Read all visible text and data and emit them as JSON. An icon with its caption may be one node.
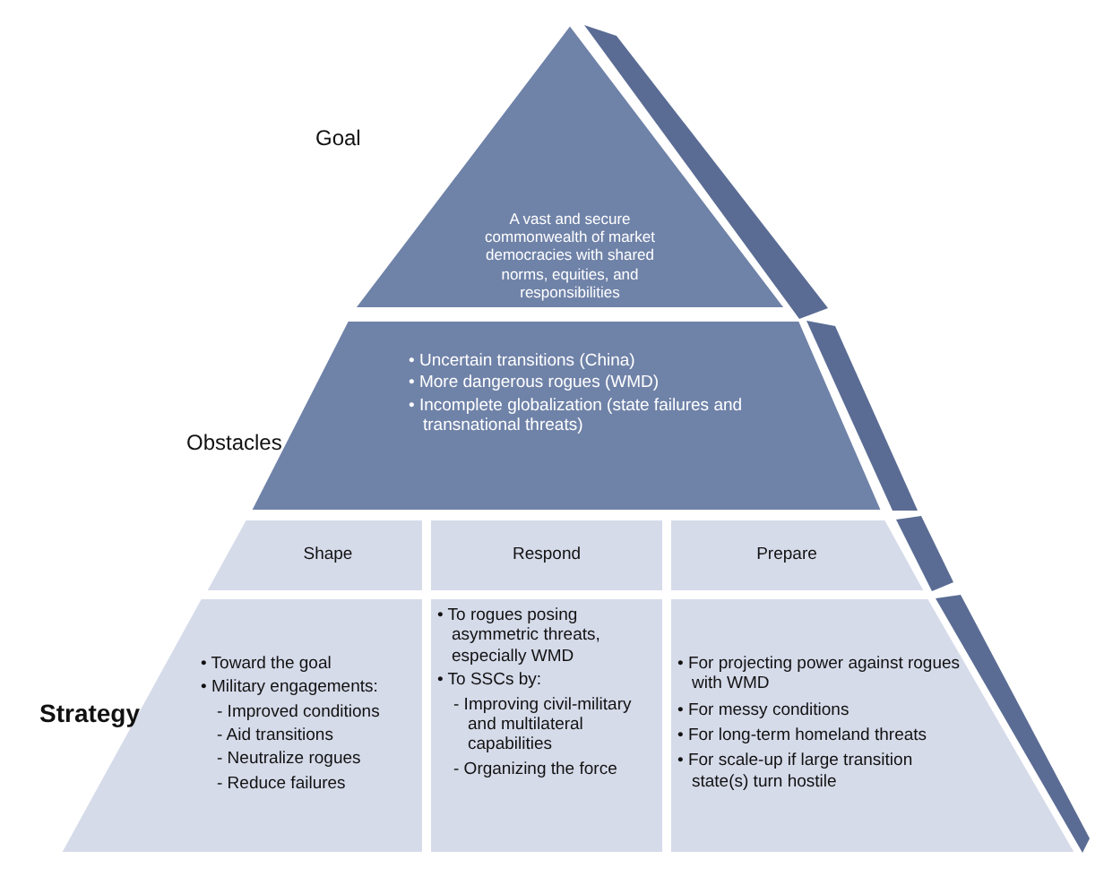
{
  "diagram": {
    "nodes": [
      {
        "text": [
          "A vast and secure commonwealth of market democracies with shared norms, equities, and responsibilities"
        ],
        "beside": [
          "Goal"
        ]
      },
      {
        "text": [
          "• Uncertain transitions (China)",
          "• More dangerous rogues (WMD)",
          "• Incomplete globalization (state failures and transnational threats)"
        ],
        "beside": [
          "Obstacles"
        ]
      },
      {
        "text": [
          "Shape"
        ]
      },
      {
        "text": [
          "Respond"
        ]
      },
      {
        "text": [
          "Prepare"
        ]
      },
      {
        "text": [
          "• Toward the goal",
          "• Military engagements:",
          "- Improved conditions",
          "- Aid transitions",
          "- Neutralize rogues",
          "- Reduce failures"
        ]
      },
      {
        "text": [
          "• To rogues posing asymmetric threats, especially WMD",
          "• To SSCs by:",
          "- Improving civil-military and multilateral capabilities",
          "- Organizing the force"
        ]
      },
      {
        "text": [
          "• For projecting power against rogues with WMD",
          "• For messy conditions",
          "• For long-term homeland threats",
          "• For scale-up if large transition state(s) turn hostile"
        ]
      }
    ],
    "labels": [
      "Strategy"
    ]
  }
}
